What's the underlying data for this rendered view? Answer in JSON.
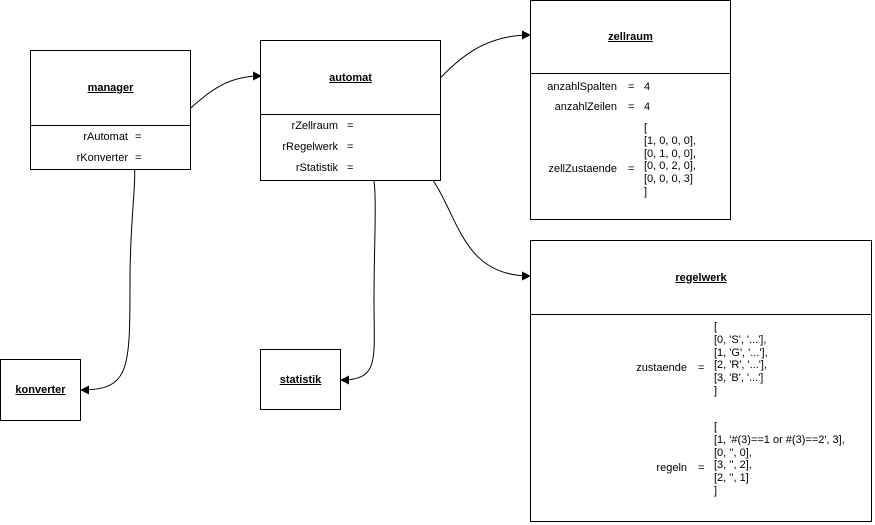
{
  "colors": {
    "line": "#000000",
    "background": "#ffffff"
  },
  "boxes": {
    "manager": {
      "title": "manager",
      "attrs": [
        {
          "name": "rAutomat",
          "op": "="
        },
        {
          "name": "rKonverter",
          "op": "="
        }
      ]
    },
    "automat": {
      "title": "automat",
      "attrs": [
        {
          "name": "rZellraum",
          "op": "="
        },
        {
          "name": "rRegelwerk",
          "op": "="
        },
        {
          "name": "rStatistik",
          "op": "="
        }
      ]
    },
    "zellraum": {
      "title": "zellraum",
      "attrs": [
        {
          "name": "anzahlSpalten",
          "op": "=",
          "value": "4"
        },
        {
          "name": "anzahlZeilen",
          "op": "=",
          "value": "4"
        },
        {
          "name": "zellZustaende",
          "op": "=",
          "value": "[\n[1, 0, 0, 0],\n[0, 1, 0, 0],\n[0, 0, 2, 0],\n[0, 0, 0, 3]\n]"
        }
      ]
    },
    "regelwerk": {
      "title": "regelwerk",
      "attrs": [
        {
          "name": "zustaende",
          "op": "=",
          "value": "[\n[0, 'S', '...'],\n[1, 'G', '...'],\n[2, 'R', '...'],\n[3, 'B', '...']\n]"
        },
        {
          "name": "regeln",
          "op": "=",
          "value": "[\n[1, '#(3)==1 or #(3)==2', 3],\n[0, '', 0],\n[3, '', 2],\n[2, '', 1]\n]"
        }
      ]
    },
    "konverter": {
      "title": "konverter"
    },
    "statistik": {
      "title": "statistik"
    }
  }
}
